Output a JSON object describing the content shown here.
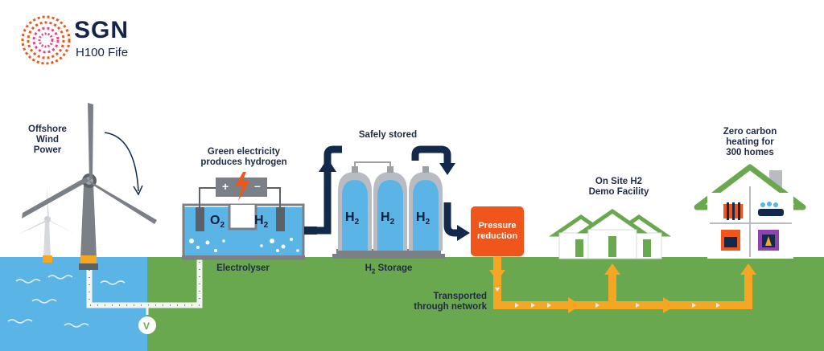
{
  "brand": {
    "name": "SGN",
    "subtitle": "H100 Fife",
    "colors": {
      "orange": "#f0561b",
      "navy": "#17244a"
    }
  },
  "labels": {
    "offshore_wind": "Offshore\nWind\nPower",
    "green_electricity": "Green electricity\nproduces hydrogen",
    "safely_stored": "Safely stored",
    "on_site_demo": "On Site H2\nDemo Facility",
    "zero_carbon": "Zero carbon\nheating for\n300 homes",
    "electrolyser": "Electrolyser",
    "h2_storage_h": "H",
    "h2_storage_sub": "2",
    "h2_storage_rest": " Storage",
    "pressure_reduction": "Pressure\nreduction",
    "transported": "Transported\nthrough network"
  },
  "electrolyser": {
    "o2_main": "O",
    "o2_sub": "2",
    "h2_main": "H",
    "h2_sub": "2",
    "battery_plus": "+",
    "battery_minus": "–"
  },
  "tanks": [
    {
      "main": "H",
      "sub": "2"
    },
    {
      "main": "H",
      "sub": "2"
    },
    {
      "main": "H",
      "sub": "2"
    }
  ],
  "valve": {
    "label": "V"
  },
  "colors": {
    "sky": "#ffffff",
    "sea": "#5ab4e5",
    "grass": "#6aa84f",
    "pipe": "#f5a623",
    "navy_arrow": "#13294b",
    "tank": "#5ab4e5",
    "tank_cap": "#b8bcc2",
    "house_green": "#6aa84f"
  }
}
